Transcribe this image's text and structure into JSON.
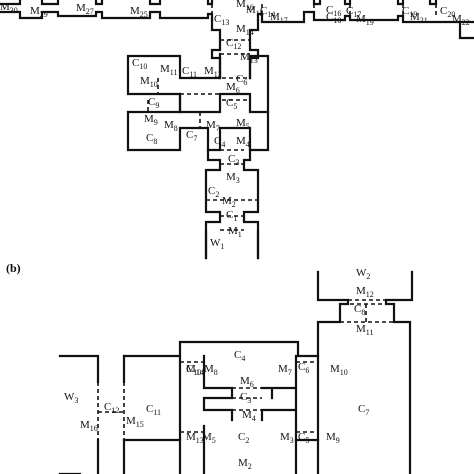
{
  "panel_b": "(b)",
  "labels_a": [
    {
      "name": "label-m30",
      "text": "M",
      "sub": "30"
    },
    {
      "name": "label-m29",
      "text": "M",
      "sub": "29"
    },
    {
      "name": "label-m27",
      "text": "M",
      "sub": "27"
    },
    {
      "name": "label-m25",
      "text": "M",
      "sub": "25"
    },
    {
      "name": "label-m16",
      "text": "M",
      "sub": "16"
    },
    {
      "name": "label-m15",
      "text": "M",
      "sub": "15"
    },
    {
      "name": "label-c16",
      "text": "C",
      "sub": "16"
    },
    {
      "name": "label-c17",
      "text": "C",
      "sub": "17"
    },
    {
      "name": "label-c19",
      "text": "C",
      "sub": "19"
    },
    {
      "name": "label-c20",
      "text": "C",
      "sub": "20"
    },
    {
      "name": "label-c13",
      "text": "C",
      "sub": "13"
    },
    {
      "name": "label-c14",
      "text": "C",
      "sub": "14"
    },
    {
      "name": "label-m17",
      "text": "M",
      "sub": "17"
    },
    {
      "name": "label-m19",
      "text": "M",
      "sub": "19"
    },
    {
      "name": "label-c18",
      "text": "C",
      "sub": "18"
    },
    {
      "name": "label-m21",
      "text": "M",
      "sub": "21"
    },
    {
      "name": "label-m22",
      "text": "M",
      "sub": "22"
    },
    {
      "name": "label-m14",
      "text": "M",
      "sub": "14"
    },
    {
      "name": "label-c12",
      "text": "C",
      "sub": "12"
    },
    {
      "name": "label-m13",
      "text": "M",
      "sub": "13"
    },
    {
      "name": "label-c10",
      "text": "C",
      "sub": "10"
    },
    {
      "name": "label-m11",
      "text": "M",
      "sub": "11"
    },
    {
      "name": "label-c11",
      "text": "C",
      "sub": "11"
    },
    {
      "name": "label-m12",
      "text": "M",
      "sub": "12"
    },
    {
      "name": "label-c6",
      "text": "C",
      "sub": "6"
    },
    {
      "name": "label-m10",
      "text": "M",
      "sub": "10"
    },
    {
      "name": "label-m6",
      "text": "M",
      "sub": "6"
    },
    {
      "name": "label-c9",
      "text": "C",
      "sub": "9"
    },
    {
      "name": "label-c5",
      "text": "C",
      "sub": "5"
    },
    {
      "name": "label-m9",
      "text": "M",
      "sub": "9"
    },
    {
      "name": "label-m8",
      "text": "M",
      "sub": "8"
    },
    {
      "name": "label-m7",
      "text": "M",
      "sub": "7"
    },
    {
      "name": "label-m5",
      "text": "M",
      "sub": "5"
    },
    {
      "name": "label-c8",
      "text": "C",
      "sub": "8"
    },
    {
      "name": "label-c7",
      "text": "C",
      "sub": "7"
    },
    {
      "name": "label-c4",
      "text": "C",
      "sub": "4"
    },
    {
      "name": "label-m4",
      "text": "M",
      "sub": "4"
    },
    {
      "name": "label-c3",
      "text": "C",
      "sub": "3"
    },
    {
      "name": "label-m3",
      "text": "M",
      "sub": "3"
    },
    {
      "name": "label-c2",
      "text": "C",
      "sub": "2"
    },
    {
      "name": "label-m2",
      "text": "M",
      "sub": "2"
    },
    {
      "name": "label-c1",
      "text": "C",
      "sub": "1"
    },
    {
      "name": "label-m1",
      "text": "M",
      "sub": "1"
    },
    {
      "name": "label-w1",
      "text": "W",
      "sub": "1"
    }
  ],
  "labels_b": [
    {
      "name": "label-b-w2",
      "text": "W",
      "sub": "2"
    },
    {
      "name": "label-b-m12",
      "text": "M",
      "sub": "12"
    },
    {
      "name": "label-b-c8",
      "text": "C",
      "sub": "8"
    },
    {
      "name": "label-b-m11",
      "text": "M",
      "sub": "11"
    },
    {
      "name": "label-b-c4",
      "text": "C",
      "sub": "4"
    },
    {
      "name": "label-b-m14",
      "text": "M",
      "sub": "14"
    },
    {
      "name": "label-b-c10",
      "text": "C",
      "sub": "10"
    },
    {
      "name": "label-b-m8",
      "text": "M",
      "sub": "8"
    },
    {
      "name": "label-b-m7",
      "text": "M",
      "sub": "7"
    },
    {
      "name": "label-b-c6",
      "text": "C",
      "sub": "6"
    },
    {
      "name": "label-b-m10",
      "text": "M",
      "sub": "10"
    },
    {
      "name": "label-b-m6",
      "text": "M",
      "sub": "6"
    },
    {
      "name": "label-b-c3",
      "text": "C",
      "sub": "3"
    },
    {
      "name": "label-b-m4",
      "text": "M",
      "sub": "4"
    },
    {
      "name": "label-b-w3",
      "text": "W",
      "sub": "3"
    },
    {
      "name": "label-b-c12",
      "text": "C",
      "sub": "12"
    },
    {
      "name": "label-b-c11",
      "text": "C",
      "sub": "11"
    },
    {
      "name": "label-b-m16",
      "text": "M",
      "sub": "16"
    },
    {
      "name": "label-b-m15",
      "text": "M",
      "sub": "15"
    },
    {
      "name": "label-b-c7",
      "text": "C",
      "sub": "7"
    },
    {
      "name": "label-b-m13",
      "text": "M",
      "sub": "13"
    },
    {
      "name": "label-b-m5",
      "text": "M",
      "sub": "5"
    },
    {
      "name": "label-b-c2",
      "text": "C",
      "sub": "2"
    },
    {
      "name": "label-b-m3",
      "text": "M",
      "sub": "3"
    },
    {
      "name": "label-b-c5",
      "text": "C",
      "sub": "5"
    },
    {
      "name": "label-b-m9",
      "text": "M",
      "sub": "9"
    },
    {
      "name": "label-b-m2",
      "text": "M",
      "sub": "2"
    }
  ]
}
